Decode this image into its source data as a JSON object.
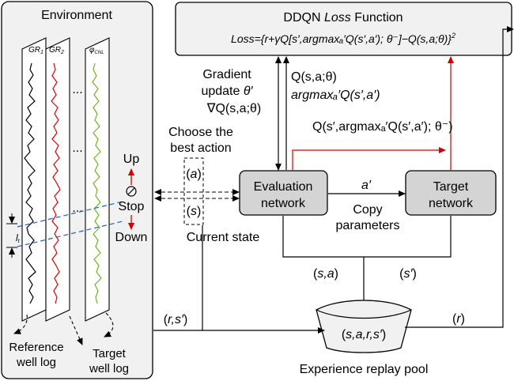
{
  "environment": {
    "title": "Environment",
    "logs": [
      {
        "name": "GR",
        "sub": "1"
      },
      {
        "name": "GR",
        "sub": "2"
      },
      {
        "name": "φ",
        "sub": "CNL"
      }
    ],
    "ellipsis": "...",
    "window_sub": "t",
    "reference_label": [
      "Reference",
      "well log"
    ],
    "target_label": [
      "Target",
      "well log"
    ]
  },
  "actions": {
    "up": "Up",
    "stop": "Stop",
    "down": "Down"
  },
  "loss": {
    "title_pre": "DDQN ",
    "title_it": "Loss",
    "title_post": " Function",
    "formula": "Loss={r+γQ[s′,argmaxₐ′Q(s′,a′); θ⁻]−Q(s,a;θ)}",
    "formula_exp": "2"
  },
  "networks": {
    "evaluation": [
      "Evaluation",
      "network"
    ],
    "target": [
      "Target",
      "network"
    ]
  },
  "labels": {
    "choose_action": [
      "Choose the",
      "best action"
    ],
    "a": "a",
    "s": "s",
    "current_state": "Current state",
    "a_prime": "a′",
    "copy_params": [
      "Copy",
      "parameters"
    ],
    "gradient": [
      "Gradient",
      "update "
    ],
    "gradient_theta": "θ′",
    "nabla": "∇",
    "gradient_q": "Q(s,a;θ)",
    "q_sa_theta": "Q(s,a;θ)",
    "argmax": "argmaxₐ′Q(s′,a′)",
    "q_target": "Q(s′,argmaxₐ′Q(s′,a′); θ⁻)",
    "sa": "s,a",
    "s_prime": "s′",
    "tuple": "s,a,r,s′",
    "replay_pool": "Experience replay pool",
    "rs": "r,s′",
    "r": "r"
  }
}
